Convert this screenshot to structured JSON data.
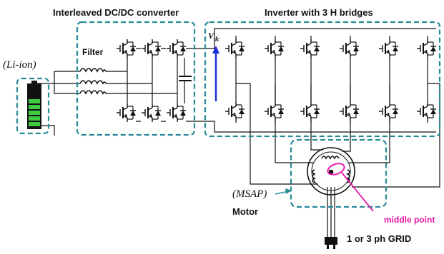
{
  "labels": {
    "converter_title": "Interleaved DC/DC converter",
    "inverter_title": "Inverter with 3 H bridges",
    "filter": "Filter",
    "battery": "(Li-ion)",
    "motor_type": "(MSAP)",
    "motor": "Motor",
    "middle_point": "middle point",
    "grid": "1 or 3 ph GRID",
    "vdc": "V_dc"
  },
  "colors": {
    "box_border": "#2a8a99",
    "wire": "#111111",
    "vdc_arrow": "#1a2fd6",
    "middle_point": "#e81aa8",
    "battery_cell": "#3fcb3f"
  },
  "icons": [
    "battery-icon",
    "inductor-icon",
    "capacitor-icon",
    "igbt-switch-icon",
    "motor-icon",
    "plug-icon"
  ]
}
